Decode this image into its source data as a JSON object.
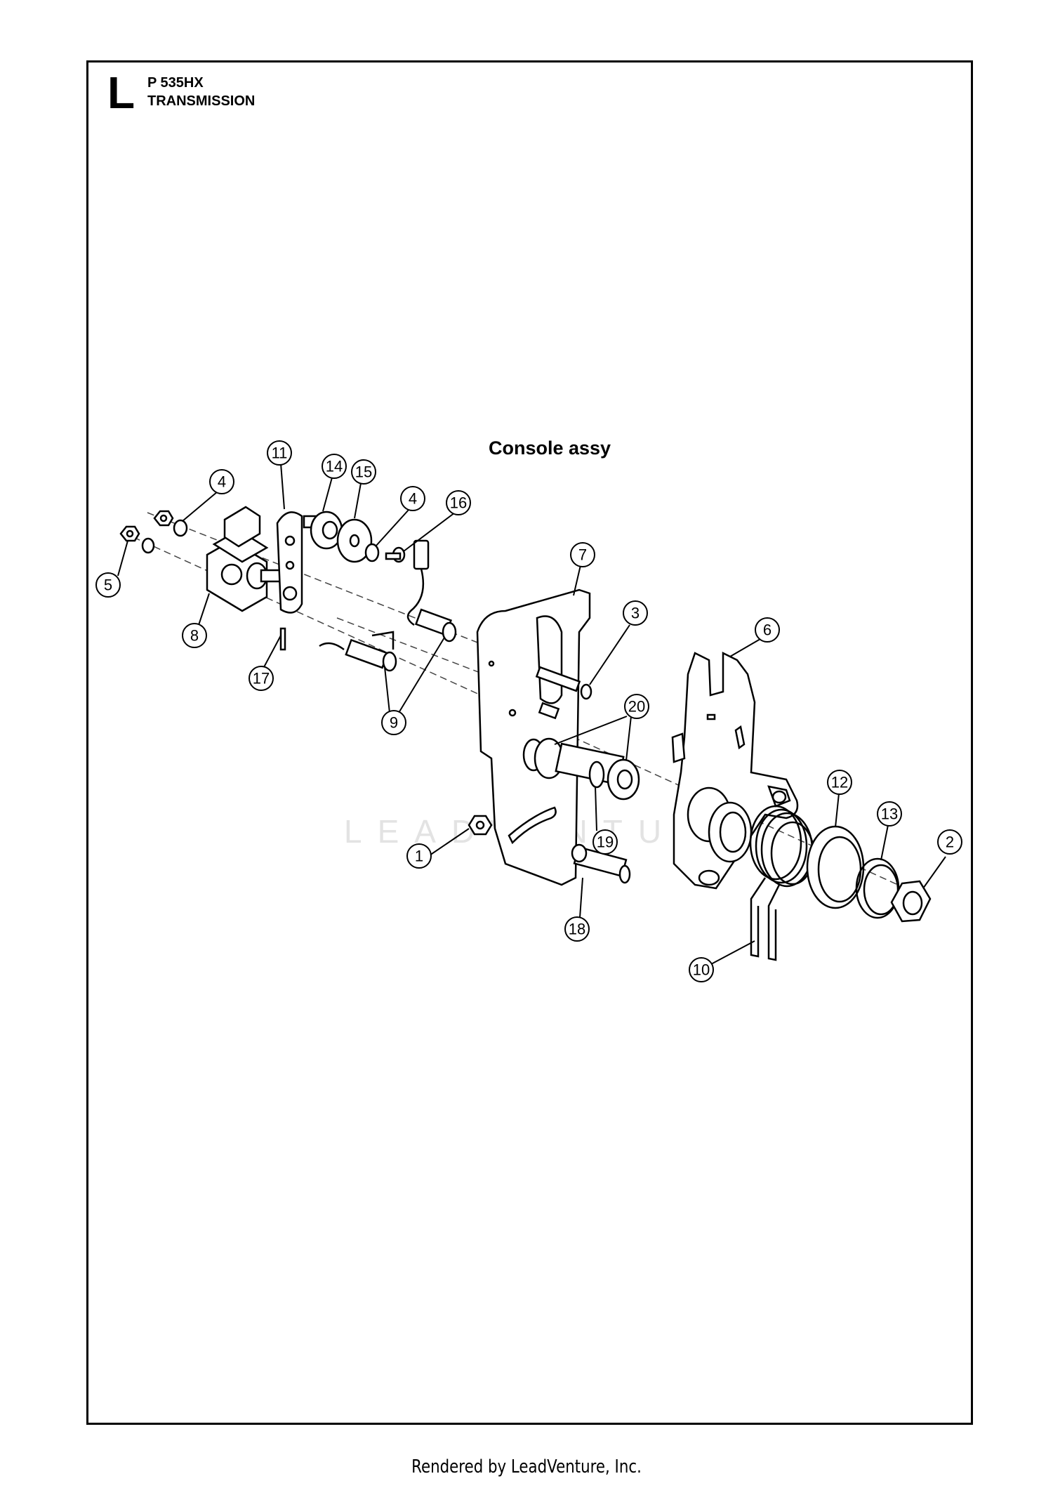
{
  "header": {
    "section_letter": "L",
    "model": "P 535HX",
    "section_title": "TRANSMISSION"
  },
  "diagram": {
    "title": "Console assy",
    "watermark": "LEADVENTURE",
    "callouts": [
      {
        "id": "c1",
        "label": "1"
      },
      {
        "id": "c2",
        "label": "2"
      },
      {
        "id": "c3",
        "label": "3"
      },
      {
        "id": "c4a",
        "label": "4"
      },
      {
        "id": "c4b",
        "label": "4"
      },
      {
        "id": "c5",
        "label": "5"
      },
      {
        "id": "c6",
        "label": "6"
      },
      {
        "id": "c7",
        "label": "7"
      },
      {
        "id": "c8",
        "label": "8"
      },
      {
        "id": "c9",
        "label": "9"
      },
      {
        "id": "c10",
        "label": "10"
      },
      {
        "id": "c11",
        "label": "11"
      },
      {
        "id": "c12",
        "label": "12"
      },
      {
        "id": "c13",
        "label": "13"
      },
      {
        "id": "c14",
        "label": "14"
      },
      {
        "id": "c15",
        "label": "15"
      },
      {
        "id": "c16",
        "label": "16"
      },
      {
        "id": "c17",
        "label": "17"
      },
      {
        "id": "c18",
        "label": "18"
      },
      {
        "id": "c19",
        "label": "19"
      },
      {
        "id": "c20",
        "label": "20"
      }
    ]
  },
  "footer": {
    "text": "Rendered by LeadVenture, Inc."
  }
}
